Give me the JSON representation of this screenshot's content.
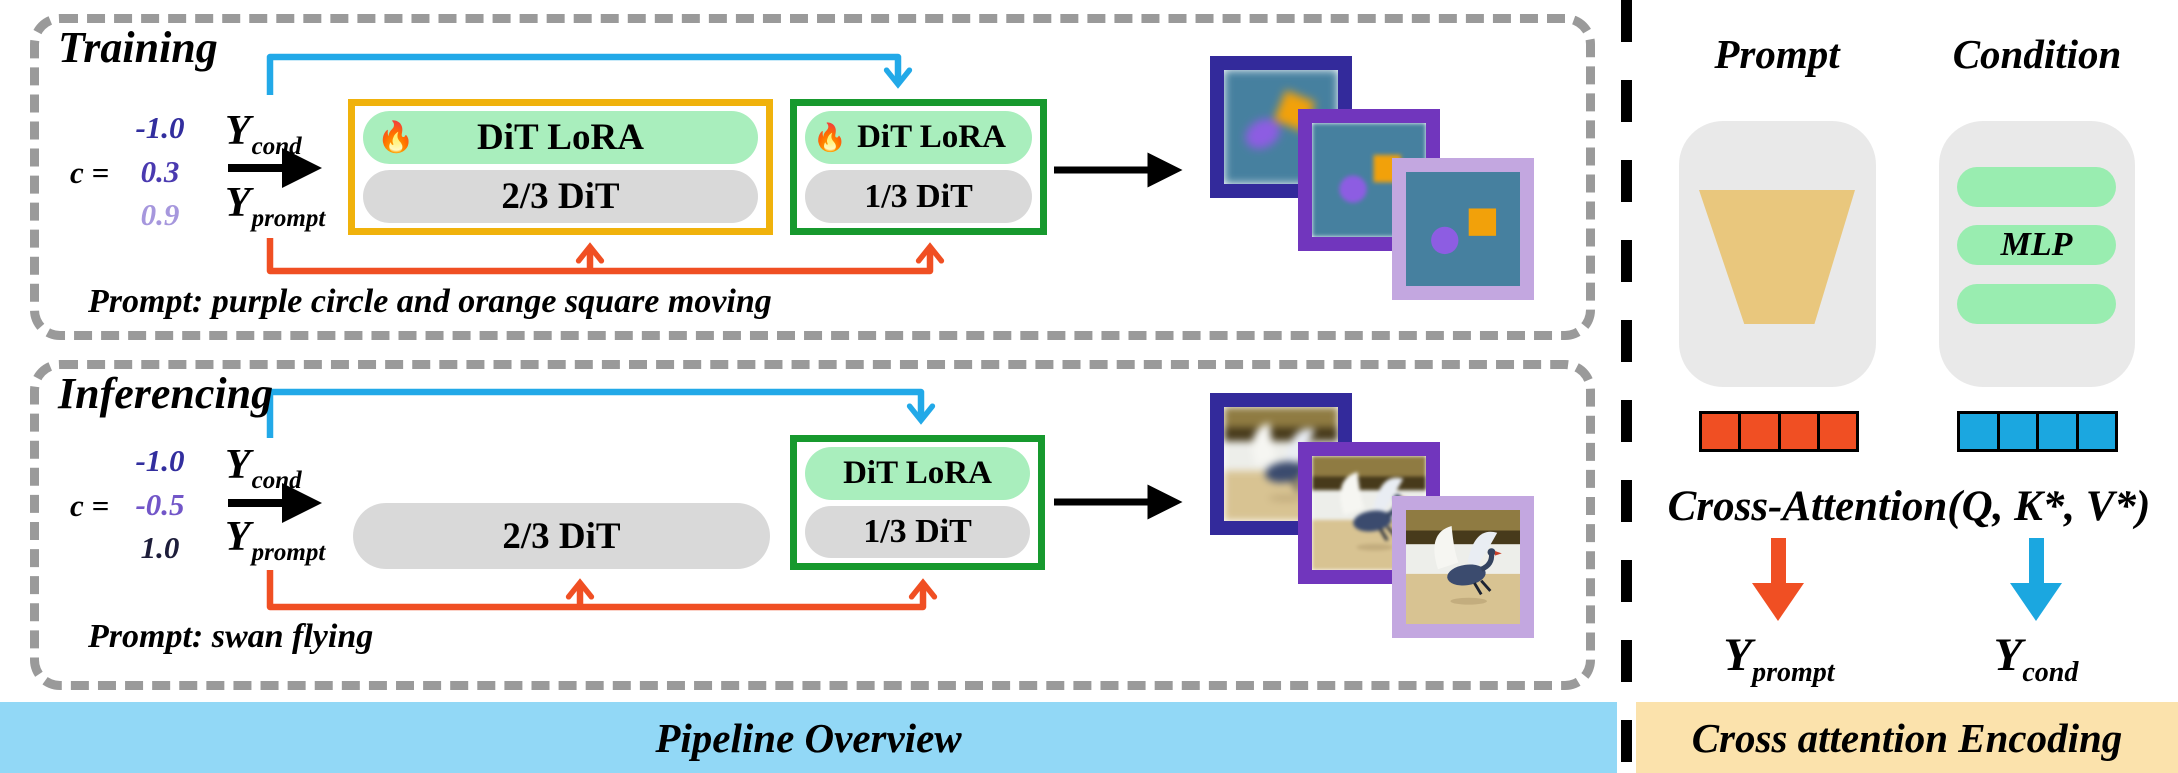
{
  "colors": {
    "banner_blue": "#92d8f6",
    "banner_tan": "#fbe2ac",
    "dash_gray": "#9a9a9a",
    "pill_green": "#a9eebd",
    "pill_green_right": "#99edb0",
    "pill_gray": "#d9d9d9",
    "border_yellow": "#f0b20c",
    "border_green": "#17992e",
    "arrow_blue": "#22a9e8",
    "arrow_orange": "#f04f23",
    "frame_dark_purple": "#332a9b",
    "frame_mid_purple": "#7136bd",
    "frame_light_purple": "#c3a7e0",
    "shape_bg": "#46809f",
    "shape_circle": "#8d5de2",
    "shape_square": "#f2a10a",
    "panel_gray": "#e9e9e9",
    "trapezoid_tan": "#e9c77d",
    "bar_red": "#f04f23",
    "bar_blue": "#1ba7e0"
  },
  "training": {
    "title": "Training",
    "c_label": "c =",
    "c_values": [
      {
        "text": "-1.0",
        "color": "#322e9e"
      },
      {
        "text": "0.3",
        "color": "#4a3ab0"
      },
      {
        "text": "0.9",
        "color": "#a697dd"
      }
    ],
    "y_cond": {
      "base": "Y",
      "sub": "cond"
    },
    "y_prompt": {
      "base": "Y",
      "sub": "prompt"
    },
    "fire_icon": "🔥",
    "lora_label": "DiT LoRA",
    "dit_23": "2/3 DiT",
    "dit_13": "1/3 DiT",
    "prompt_text": "Prompt: purple circle and orange square moving"
  },
  "inferencing": {
    "title": "Inferencing",
    "c_label": "c =",
    "c_values": [
      {
        "text": "-1.0",
        "color": "#322e9e"
      },
      {
        "text": "-0.5",
        "color": "#7256c8"
      },
      {
        "text": "1.0",
        "color": "#1d1d3a"
      }
    ],
    "y_cond": {
      "base": "Y",
      "sub": "cond"
    },
    "y_prompt": {
      "base": "Y",
      "sub": "prompt"
    },
    "lora_label": "DiT LoRA",
    "dit_23": "2/3 DiT",
    "dit_13": "1/3 DiT",
    "prompt_text": "Prompt: swan flying"
  },
  "banners": {
    "left": "Pipeline Overview",
    "right": "Cross attention Encoding"
  },
  "encoding_panel": {
    "prompt_header": "Prompt",
    "condition_header": "Condition",
    "mlp_label": "MLP",
    "cross_attention": "Cross-Attention(Q, K*, V*)",
    "y_prompt": {
      "base": "Y",
      "sub": "prompt"
    },
    "y_cond": {
      "base": "Y",
      "sub": "cond"
    }
  }
}
